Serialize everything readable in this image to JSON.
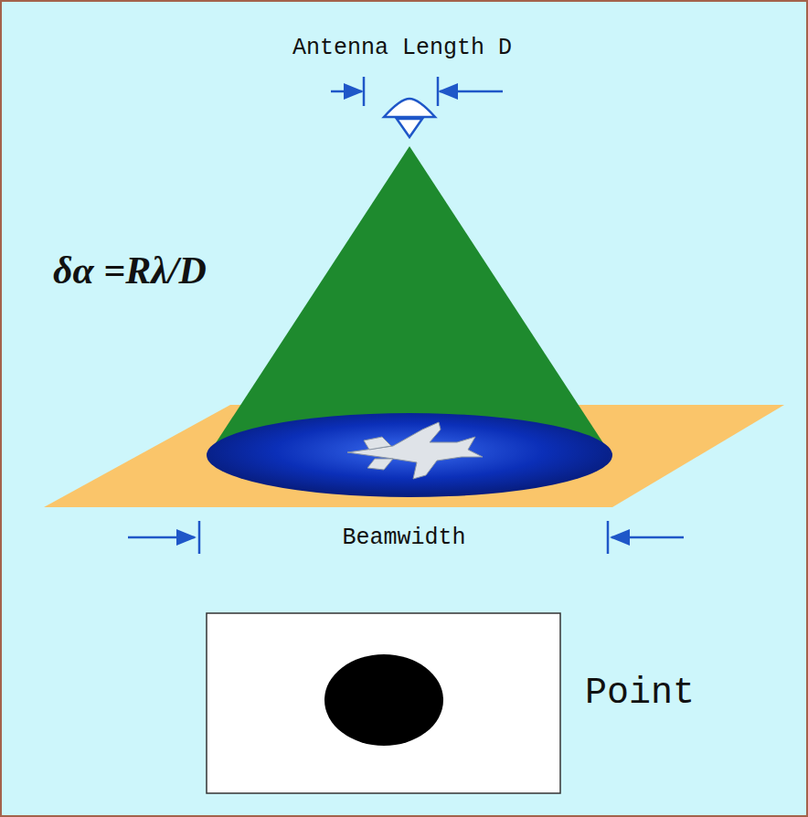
{
  "diagram": {
    "labels": [
      "Antenna Length D",
      "δα =Rλ/D",
      "Beamwidth",
      "Point"
    ]
  }
}
